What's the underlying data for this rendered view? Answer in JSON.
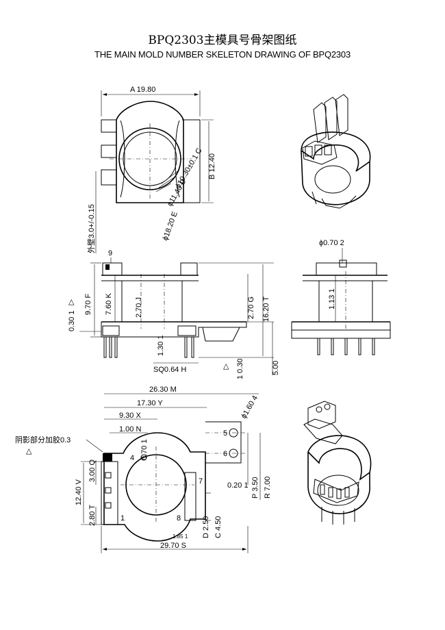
{
  "title": {
    "chinese": "BPQ2303主模具号骨架图纸",
    "english": "THE MAIN MOLD NUMBER SKELETON DRAWING OF BPQ2303"
  },
  "top_view": {
    "width_dim": "19.80",
    "width_tag": "A",
    "height_dim": "12.40",
    "height_tag": "B",
    "inner_dia": "ϕ10.30±0.1",
    "inner_tag": "C",
    "mid_dia": "ϕ11.40",
    "mid_tag": "D",
    "outer_dia": "ϕ18.20",
    "outer_tag": "E",
    "tolerance_note": "外壁3.0+/-0.15"
  },
  "front_view": {
    "label_9": "9",
    "h_970": "9.70",
    "h_970_tag": "F",
    "h_760": "7.60",
    "h_760_tag": "K",
    "h_270": "2.70",
    "h_270_tag": "J",
    "h_030": "0.30",
    "h_030_tag": "1",
    "h_130": "1.30",
    "h_130_tag": "1",
    "h_270b": "2.70",
    "h_270b_tag": "G",
    "h_1620": "16.20",
    "h_1620_tag": "T",
    "h_030b": "0.30",
    "h_030b_tag": "1",
    "h_500": "5.00",
    "pin_sq": "SQ0.64",
    "pin_sq_tag": "H"
  },
  "side_view": {
    "pin_dia": "ϕ0.70",
    "pin_dia_tag": "2",
    "h_113": "1.13",
    "h_113_tag": "1"
  },
  "bottom_view": {
    "w_2630": "26.30",
    "w_2630_tag": "M",
    "w_1730": "17.30",
    "w_1730_tag": "Y",
    "w_930": "9.30",
    "w_930_tag": "X",
    "w_100": "1.00",
    "w_100_tag": "N",
    "w_070": "0.70",
    "w_070_tag": "1",
    "hole_dia": "ϕ1.60",
    "hole_tag": "4",
    "glue_note": "阴影部分加胶0.3",
    "glue_tag": "1",
    "pin_1": "1",
    "pin_4": "4",
    "pin_5": "5",
    "pin_6": "6",
    "pin_7": "7",
    "pin_8": "8",
    "h_1240": "12.40",
    "h_1240_tag": "V",
    "h_300": "3.00",
    "h_300_tag": "Q",
    "h_280": "2.80",
    "h_280_tag": "T",
    "d_020": "0.20",
    "d_020_tag": "1",
    "h_350": "3.50",
    "h_350_tag": "P",
    "h_700": "7.00",
    "h_700_tag": "R",
    "h_250": "2.50",
    "h_250_tag": "D",
    "h_450": "4.50",
    "h_450_tag": "C",
    "w_185": "1.85",
    "w_185_tag": "1",
    "w_2970": "29.70",
    "w_2970_tag": "S"
  }
}
